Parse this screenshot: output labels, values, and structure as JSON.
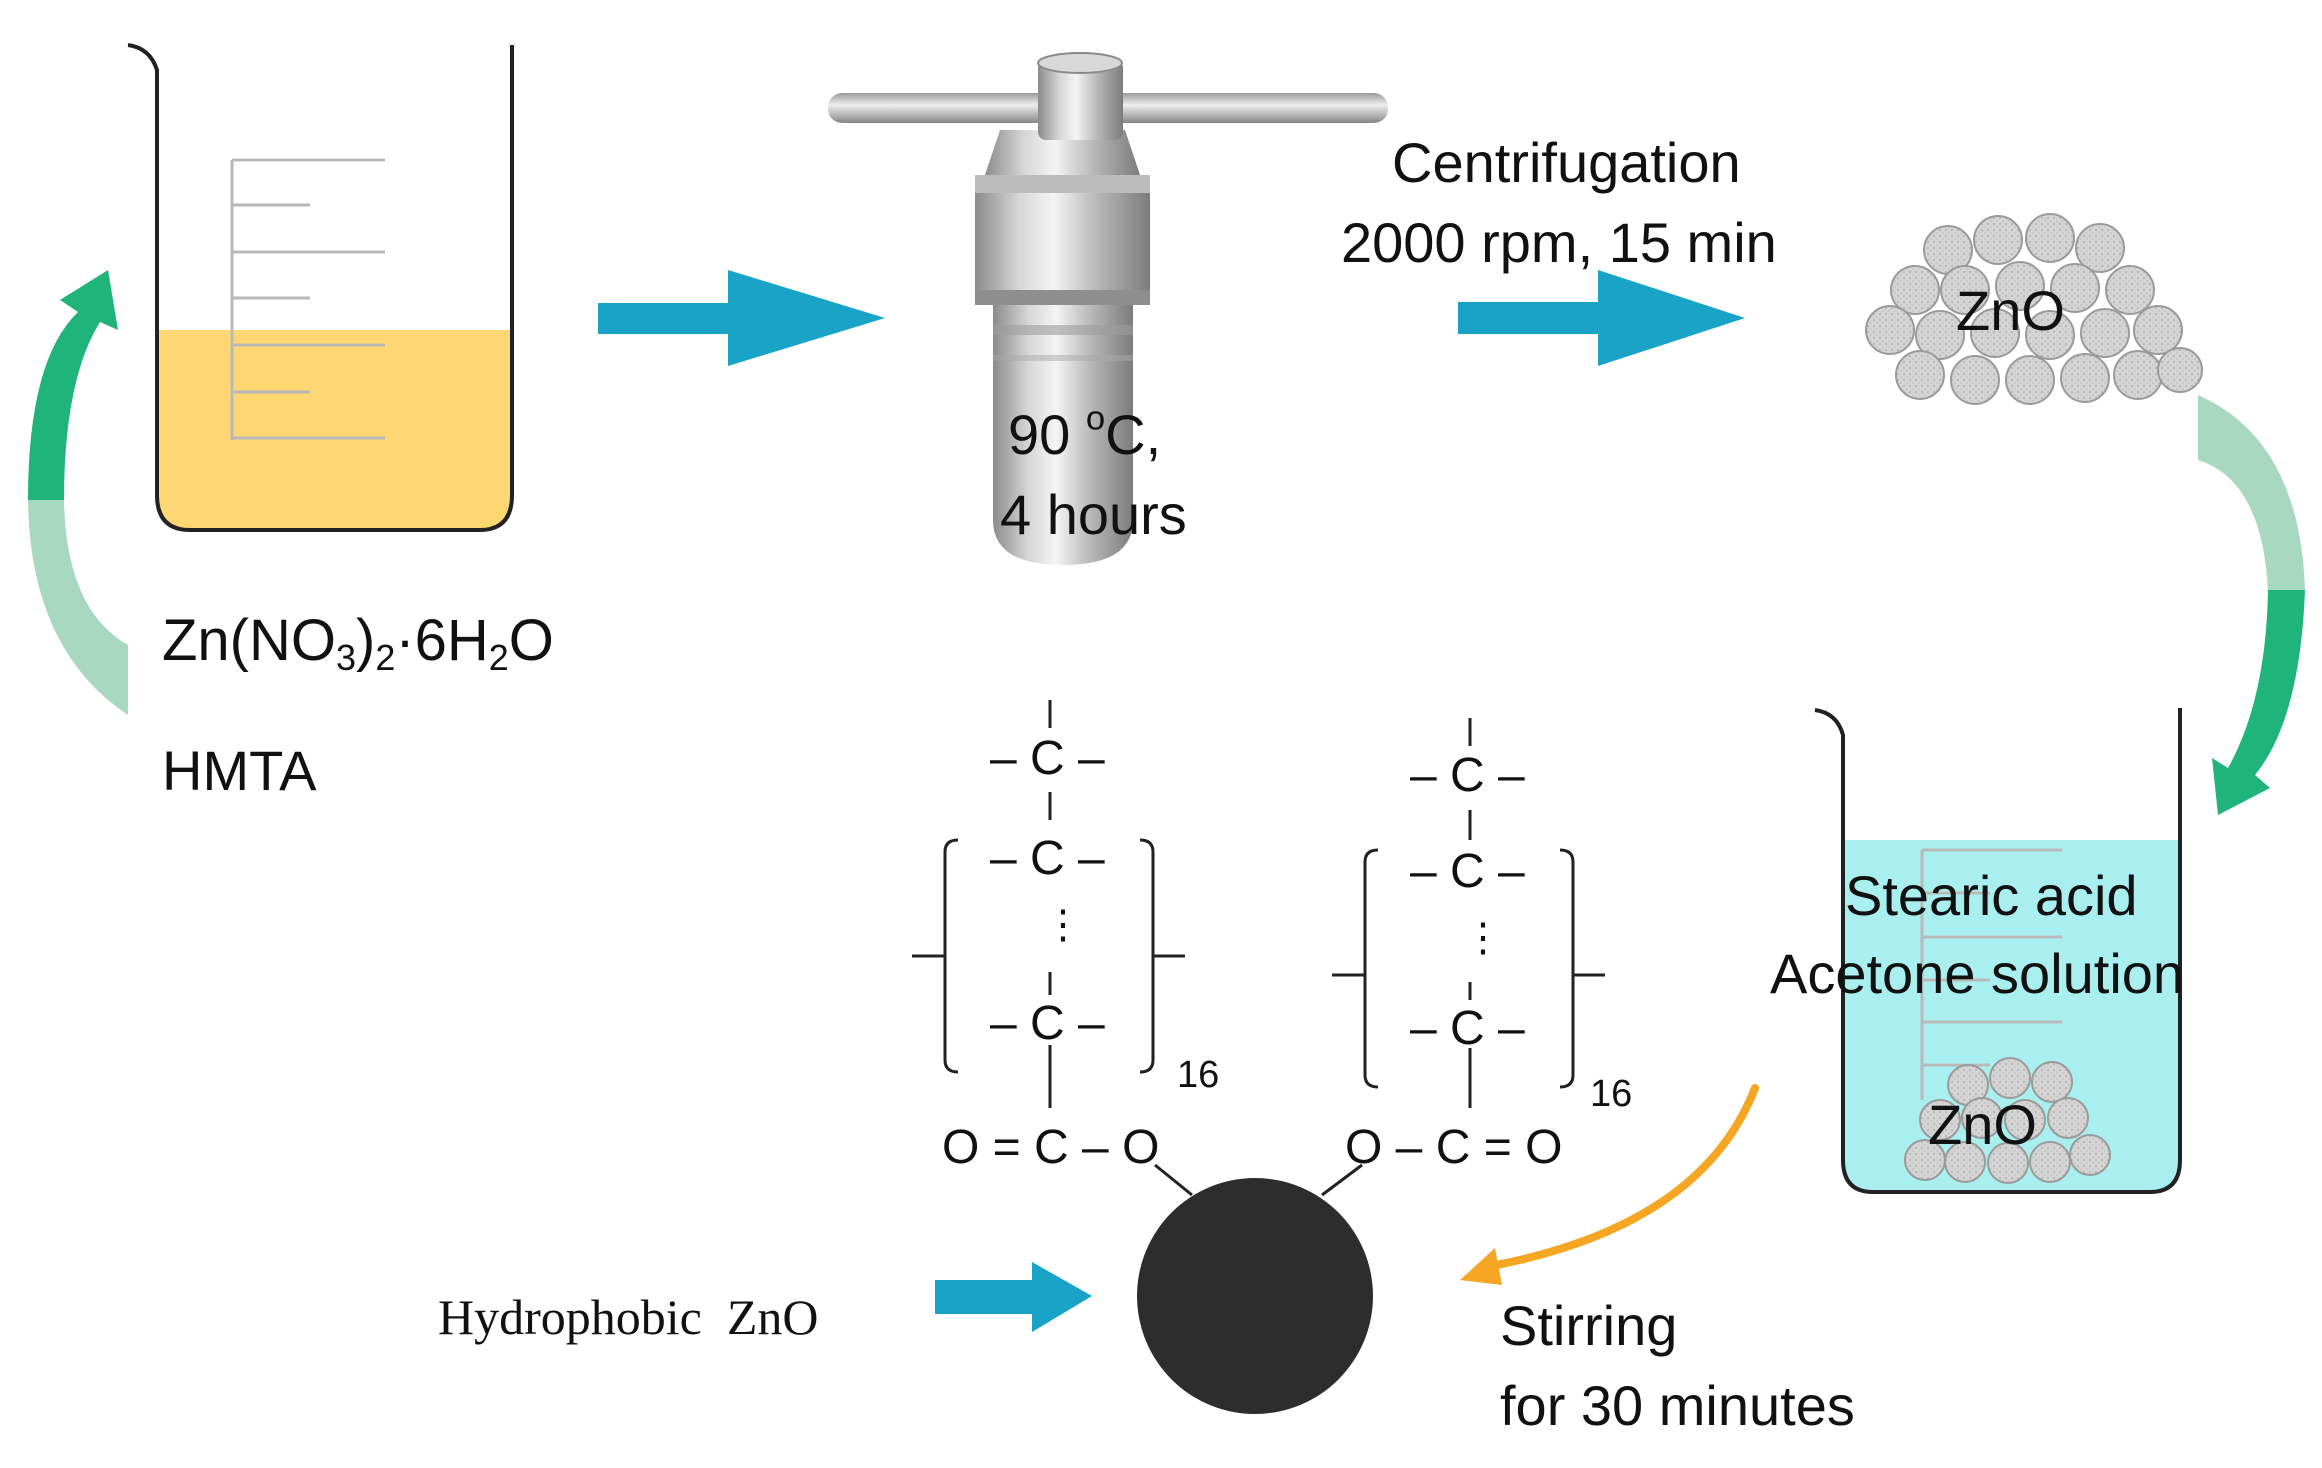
{
  "colors": {
    "arrow_teal": "#19a3c6",
    "arrow_green": "#1fb57a",
    "arrow_green_faded": "#a9d8c0",
    "arrow_orange": "#f5a623",
    "solution_yellow": "#fed773",
    "solution_cyan": "#a9eff0",
    "particle_gray": "#cfcfcf",
    "core_black": "#2d2d2d"
  },
  "step1": {
    "formula_main": "Zn(NO",
    "formula_sub1": "3",
    "formula_paren": ")",
    "formula_sub2": "2",
    "formula_dot": "·6H",
    "formula_sub3": "2",
    "formula_end": "O",
    "reagent2": "HMTA"
  },
  "autoclave": {
    "temp_value": "90 ",
    "temp_unit_sup": "o",
    "temp_unit": "C,",
    "time": "4 hours"
  },
  "centrifugation": {
    "line1": "Centrifugation",
    "line2": "2000 rpm, 15 min"
  },
  "zno_pile": {
    "label": "ZnO"
  },
  "beaker2": {
    "line1": "Stearic acid",
    "line2": "Acetone solution",
    "zno_label": "ZnO"
  },
  "stirring": {
    "line1": "Stirring",
    "line2": "for 30 minutes"
  },
  "product": {
    "label": "Hydrophobic  ZnO"
  },
  "structure": {
    "carbon": "C",
    "left_chain_end": "O = C – O",
    "right_chain_end": "O – C = O",
    "repeat_count": "16",
    "ellipsis": "⋮"
  }
}
